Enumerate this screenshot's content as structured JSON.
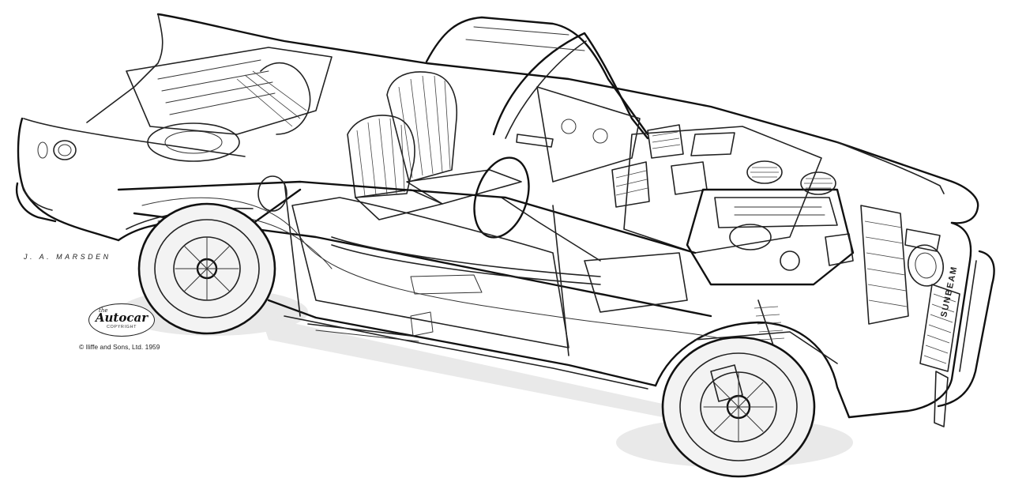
{
  "illustration": {
    "artist_signature": "J. A. MARSDEN",
    "badge": {
      "the": "the",
      "title": "Autocar",
      "subtitle": "COPYRIGHT"
    },
    "copyright": "© Iliffe and Sons, Ltd. 1959",
    "grille_badge": "SUNBEAM"
  }
}
